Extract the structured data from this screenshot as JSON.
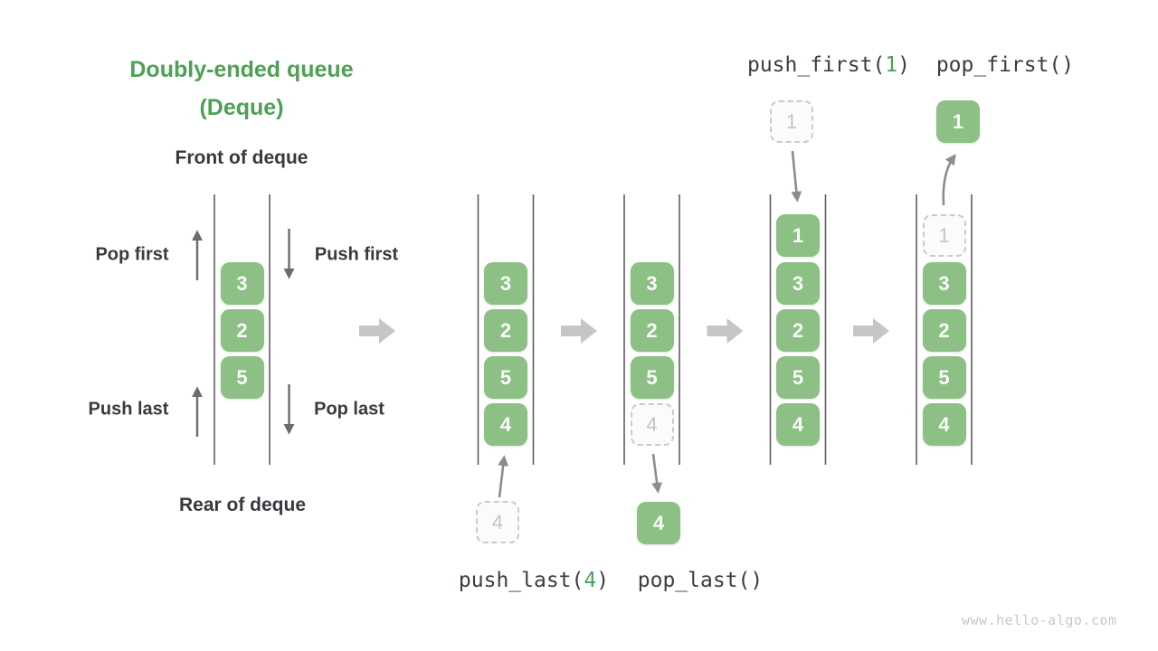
{
  "title": {
    "line1": "Doubly-ended queue",
    "line2": "(Deque)"
  },
  "labels": {
    "front": "Front of deque",
    "rear": "Rear of deque",
    "pop_first": "Pop first",
    "push_first": "Push first",
    "push_last": "Push last",
    "pop_last": "Pop last"
  },
  "ops": {
    "push_first": {
      "fn": "push_first(",
      "arg": "1",
      "close": ")"
    },
    "pop_first": {
      "fn": "pop_first()"
    },
    "push_last": {
      "fn": "push_last(",
      "arg": "4",
      "close": ")"
    },
    "pop_last": {
      "fn": "pop_last()"
    }
  },
  "queues": {
    "initial": {
      "cells": [
        "3",
        "2",
        "5"
      ]
    },
    "after_push_last": {
      "cells": [
        "3",
        "2",
        "5",
        "4"
      ]
    },
    "after_pop_last": {
      "cells": [
        "3",
        "2",
        "5"
      ],
      "ghost": "4"
    },
    "after_push_first": {
      "cells": [
        "1",
        "3",
        "2",
        "5",
        "4"
      ]
    },
    "after_pop_first": {
      "cells": [
        "3",
        "2",
        "5",
        "4"
      ],
      "ghost": "1"
    }
  },
  "floating": {
    "push_last_in": "4",
    "pop_last_out": "4",
    "push_first_in": "1",
    "pop_first_out": "1"
  },
  "watermark": "www.hello-algo.com",
  "colors": {
    "cell_green": "#8CC084",
    "accent_green": "#4CA153",
    "ghost_gray": "#C4C4C4",
    "flow_arrow_gray": "#C6C6C6",
    "rail_gray": "#5E5E5E",
    "text_dark": "#3A3E43"
  }
}
